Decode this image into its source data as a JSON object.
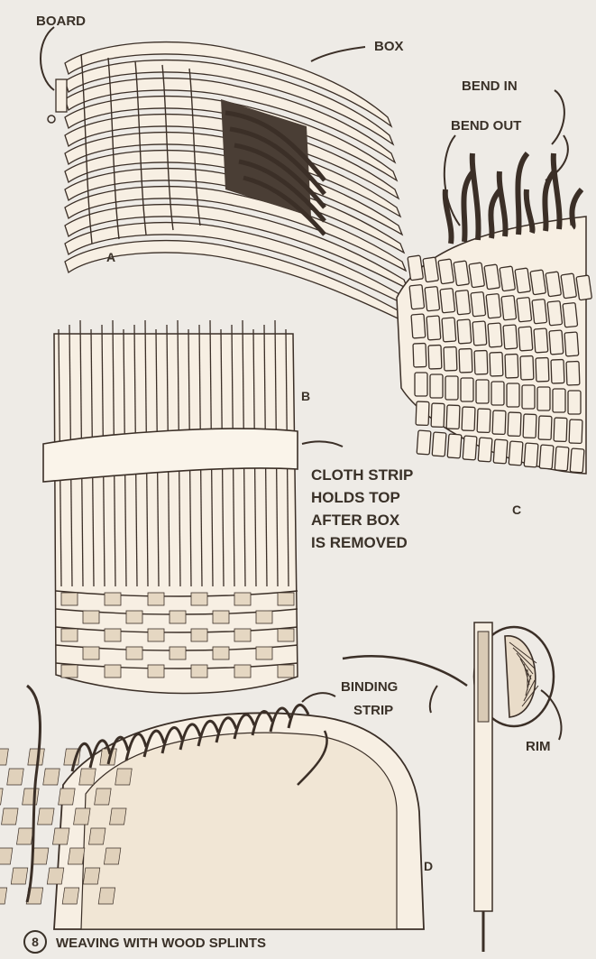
{
  "figure": {
    "number": "8",
    "caption": "WEAVING WITH WOOD SPLINTS"
  },
  "panels": {
    "a": {
      "letter": "A",
      "labels": {
        "board": "BOARD",
        "box": "BOX"
      }
    },
    "b": {
      "letter": "B",
      "note_lines": [
        "CLOTH STRIP",
        "HOLDS TOP",
        "AFTER BOX",
        "IS REMOVED"
      ]
    },
    "c": {
      "letter": "C",
      "labels": {
        "bend_in": "BEND IN",
        "bend_out": "BEND OUT"
      }
    },
    "d": {
      "letter": "D",
      "binding_lines": [
        "BINDING",
        "STRIP"
      ],
      "rim": "RIM"
    }
  },
  "colors": {
    "background": "#eeebe6",
    "ink": "#3b2f27",
    "splint": "#f7efe3"
  }
}
